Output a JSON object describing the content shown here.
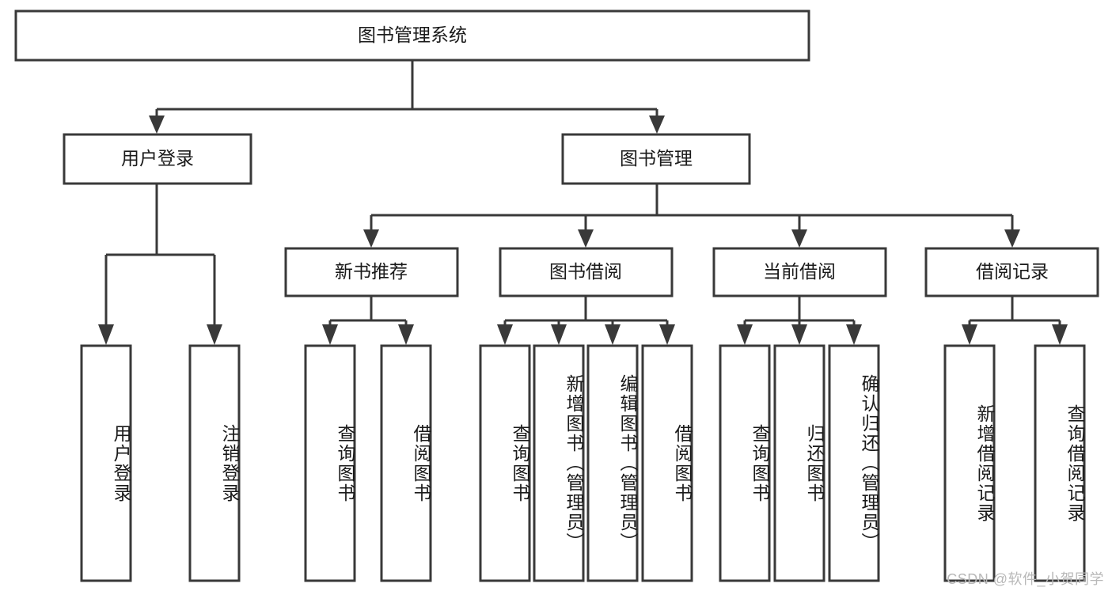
{
  "diagram": {
    "title": "图书管理系统",
    "type": "hierarchy-tree",
    "root": {
      "label": "图书管理系统"
    },
    "level2": [
      {
        "label": "用户登录"
      },
      {
        "label": "图书管理"
      }
    ],
    "level3": [
      {
        "label": "新书推荐"
      },
      {
        "label": "图书借阅"
      },
      {
        "label": "当前借阅"
      },
      {
        "label": "借阅记录"
      }
    ],
    "leaves": {
      "user_login": [
        {
          "label": "用户登录"
        },
        {
          "label": "注销登录"
        }
      ],
      "new_book_recommend": [
        {
          "label": "查询图书"
        },
        {
          "label": "借阅图书"
        }
      ],
      "book_borrow": [
        {
          "label": "查询图书"
        },
        {
          "label": "新增图书（管理员）"
        },
        {
          "label": "编辑图书（管理员）"
        },
        {
          "label": "借阅图书"
        }
      ],
      "current_borrow": [
        {
          "label": "查询图书"
        },
        {
          "label": "归还图书"
        },
        {
          "label": "确认归还（管理员）"
        }
      ],
      "borrow_record": [
        {
          "label": "新增借阅记录"
        },
        {
          "label": "查询借阅记录"
        }
      ]
    }
  },
  "watermark": {
    "text": "CSDN @软件_小贺同学"
  },
  "colors": {
    "stroke": "#393939",
    "box_fill": "#ffffff",
    "text": "#1a1a1a",
    "watermark": "#b8b8b8",
    "background": "#ffffff"
  }
}
